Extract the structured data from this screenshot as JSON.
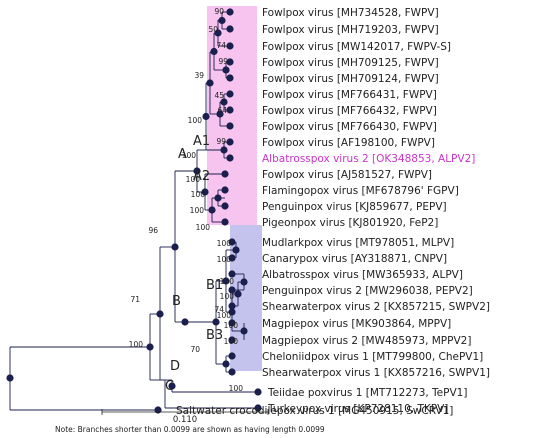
{
  "colors": {
    "branch": "#1b1f4d",
    "node": "#1b1f4d",
    "highlight_text": "#cc33cc",
    "clade_a_box": "#f7c3ef",
    "clade_b_box": "#c3c3ee"
  },
  "leaves": [
    "Fowlpox virus [MH734528, FWPV]",
    "Fowlpox virus [MH719203, FWPV]",
    "Fowlpox virus [MW142017, FWPV-S]",
    "Fowlpox virus [MH709125, FWPV]",
    "Fowlpox virus [MH709124, FWPV]",
    "Fowlpox virus [MF766431, FWPV]",
    "Fowlpox virus [MF766432, FWPV]",
    "Fowlpox virus [MF766430, FWPV]",
    "Fowlpox virus [AF198100, FWPV]",
    "Albatrosspox virus 2 [OK348853, ALPV2]",
    "Fowlpox virus [AJ581527, FWPV]",
    "Flamingopox virus [MF678796' FGPV]",
    "Penguinpox virus [KJ859677, PEPV]",
    "Pigeonpox virus [KJ801920, FeP2]",
    "Mudlarkpox virus [MT978051, MLPV]",
    "Canarypox virus [AY318871, CNPV]",
    "Albatrosspox virus [MW365933, ALPV]",
    "Penguinpox virus 2 [MW296038, PEPV2]",
    "Shearwaterpox virus 2 [KX857215, SWPV2]",
    "Magpiepox virus [MK903864, MPPV]",
    "Magpiepox virus 2 [MW485973, MPPV2]",
    "Cheloniidpox virus 1 [MT799800, ChePV1]",
    "Shearwaterpox virus 1 [KX857216, SWPV1]",
    "Teiidae poxvirus 1 [MT712273, TePV1]",
    "Turkeypox virus [KP728110, TKPV]",
    "Saltwater crocodilepox virus 1 [MG450915, SwCRV1]"
  ],
  "clade_labels": {
    "A": "A",
    "A1": "A1",
    "A2": "A2",
    "B": "B",
    "B1": "B1",
    "B3": "B3",
    "C": "C",
    "D": "D"
  },
  "bootstrap_values": [
    "90",
    "50",
    "74",
    "99",
    "39",
    "45",
    "64",
    "100",
    "99",
    "100",
    "100",
    "100",
    "100",
    "100",
    "100",
    "100",
    "96",
    "100",
    "100",
    "100",
    "74",
    "100",
    "100",
    "70",
    "71",
    "100",
    "100"
  ],
  "scale_bar": "0.110",
  "footnote": "Note: Branches shorter than 0.0099 are shown as having length 0.0099"
}
